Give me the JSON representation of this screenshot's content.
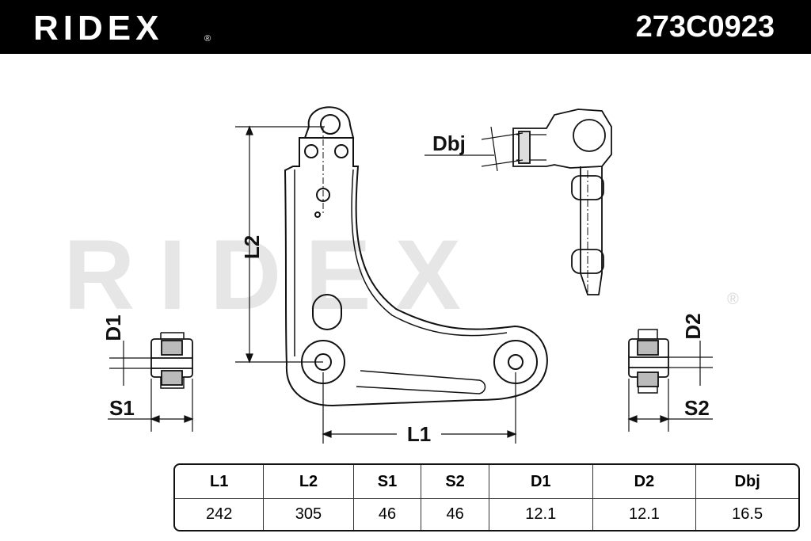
{
  "header": {
    "brand": "RIDEX",
    "part_number": "273C0923",
    "registered_mark": "®"
  },
  "watermark": {
    "text": "RIDEX",
    "registered_mark": "®"
  },
  "labels": {
    "l1": "L1",
    "l2": "L2",
    "d1": "D1",
    "d2": "D2",
    "s1": "S1",
    "s2": "S2",
    "dbj": "Dbj"
  },
  "table": {
    "headers": [
      "L1",
      "L2",
      "S1",
      "S2",
      "D1",
      "D2",
      "Dbj"
    ],
    "values": [
      "242",
      "305",
      "46",
      "46",
      "12.1",
      "12.1",
      "16.5"
    ]
  },
  "colors": {
    "header_bg": "#000000",
    "header_text": "#ffffff",
    "line": "#111111",
    "watermark": "#e6e6e6"
  }
}
